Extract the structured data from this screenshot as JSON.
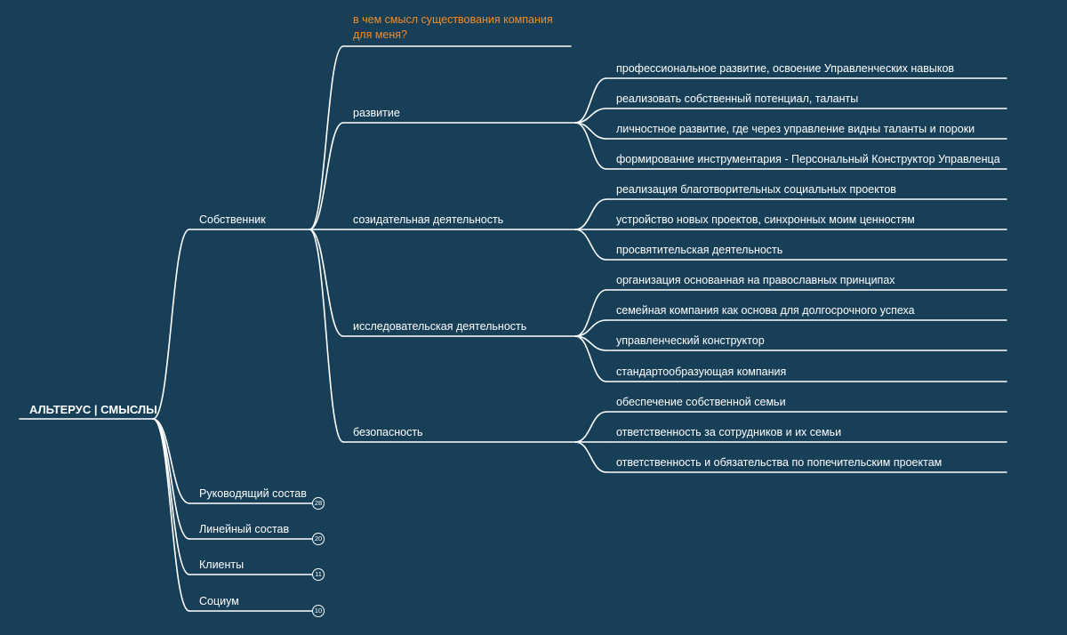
{
  "colors": {
    "background": "#173f58",
    "line": "#ffffff",
    "text": "#ffffff",
    "question": "#f28c28"
  },
  "mindmap": {
    "root": {
      "label": "АЛЬТЕРУС | СМЫСЛЫ"
    },
    "owner": {
      "label": "Собственник",
      "question": "в чем смысл существования компания для меня?",
      "groups": [
        {
          "label": "развитие",
          "items": [
            "профессиональное развитие, освоение Управленческих навыков",
            "реализовать собственный потенциал, таланты",
            "личностное развитие, где через управление видны таланты и пороки",
            "формирование инструментария - Персональный Конструктор Управленца"
          ]
        },
        {
          "label": "созидательная деятельность",
          "items": [
            "реализация благотворительных социальных проектов",
            "устройство новых проектов, синхронных моим ценностям",
            "просвятительская деятельность"
          ]
        },
        {
          "label": "исследовательская деятельность",
          "items": [
            "организация основанная на православных принципах",
            "семейная компания как основа для долгосрочного успеха",
            "управленческий конструктор",
            "стандартообразующая компания"
          ]
        },
        {
          "label": "безопасность",
          "items": [
            "обеспечение собственной семьи",
            "ответственность за сотрудников и их семьи",
            "ответственность и обязательства по попечительским проектам"
          ]
        }
      ]
    },
    "collapsed": [
      {
        "label": "Руководящий состав",
        "count": "28"
      },
      {
        "label": "Линейный состав",
        "count": "20"
      },
      {
        "label": "Клиенты",
        "count": "11"
      },
      {
        "label": "Социум",
        "count": "10"
      }
    ]
  }
}
